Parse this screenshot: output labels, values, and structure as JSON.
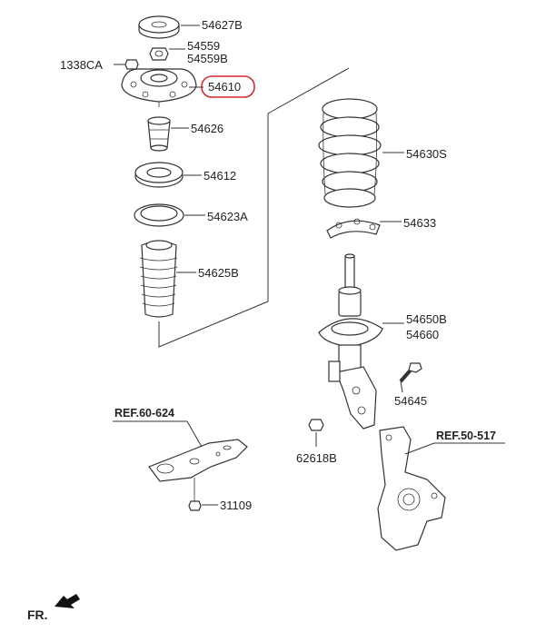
{
  "labels": {
    "p54627B": "54627B",
    "p54559": "54559",
    "p54559B": "54559B",
    "p1338CA": "1338CA",
    "p54610": "54610",
    "p54626": "54626",
    "p54612": "54612",
    "p54623A": "54623A",
    "p54625B": "54625B",
    "p54630S": "54630S",
    "p54633": "54633",
    "p54650B": "54650B",
    "p54660": "54660",
    "p54645": "54645",
    "p62618B": "62618B",
    "p31109": "31109",
    "ref60624": "REF.60-624",
    "ref50517": "REF.50-517",
    "fr": "FR."
  },
  "highlight": {
    "part": "54610",
    "color": "#d42a2a"
  }
}
